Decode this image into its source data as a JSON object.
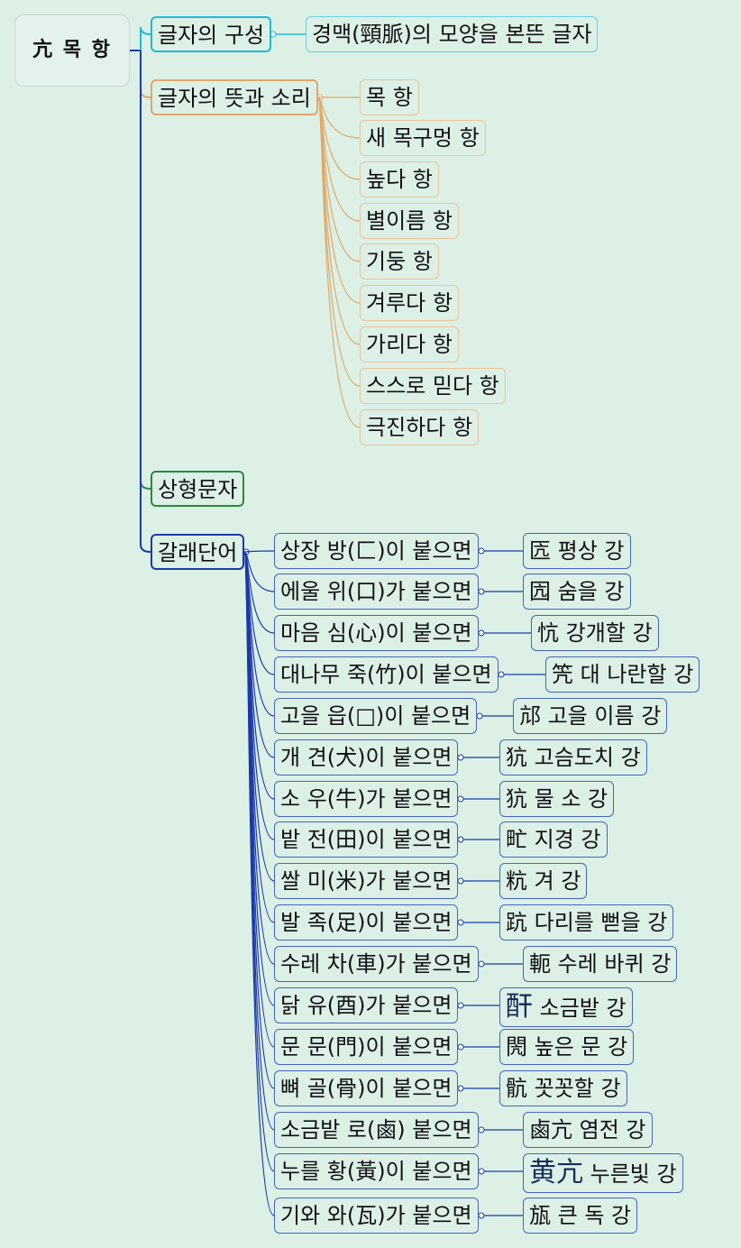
{
  "root": "亢 목 항",
  "branches": [
    {
      "label": "글자의 구성",
      "children": [
        "경맥(頸脈)의 모양을 본뜬 글자"
      ]
    },
    {
      "label": "글자의 뜻과 소리",
      "children": [
        "목 항",
        "새 목구멍 항",
        "높다 항",
        "별이름 항",
        "기둥 항",
        "겨루다 항",
        "가리다 항",
        "스스로 믿다 항",
        "극진하다 항"
      ]
    },
    {
      "label": "상형문자",
      "children": []
    },
    {
      "label": "갈래단어",
      "children": [
        {
          "label": "상장 방(匚)이 붙으면",
          "result_char": "匟",
          "result_text": "평상 강"
        },
        {
          "label": "에울 위(口)가 붙으면",
          "result_char": "囥",
          "result_text": "숨을 강"
        },
        {
          "label": "마음 심(心)이 붙으면",
          "result_char": "忼",
          "result_text": "강개할 강"
        },
        {
          "label": "대나무 죽(竹)이 붙으면",
          "result_char": "笐",
          "result_text": "대 나란할 강"
        },
        {
          "label": "고을 읍(□)이 붙으면",
          "result_char": "邟",
          "result_text": "고을 이름 강"
        },
        {
          "label": "개 견(犬)이 붙으면",
          "result_char": "犺",
          "result_text": "고슴도치 강"
        },
        {
          "label": "소 우(牛)가 붙으면",
          "result_char": "犺",
          "result_text": "물 소 강"
        },
        {
          "label": "밭 전(田)이 붙으면",
          "result_char": "甿",
          "result_text": "지경 강"
        },
        {
          "label": "쌀 미(米)가 붙으면",
          "result_char": "粇",
          "result_text": "겨 강"
        },
        {
          "label": "발 족(足)이 붙으면",
          "result_char": "䟘",
          "result_text": "다리를 뻗을 강"
        },
        {
          "label": "수레 차(車)가 붙으면",
          "result_char": "軛",
          "result_text": "수레 바퀴 강"
        },
        {
          "label": "닭 유(酉)가 붙으면",
          "result_char": "酐",
          "result_text": "소금밭 강"
        },
        {
          "label": "문 문(門)이 붙으면",
          "result_char": "閌",
          "result_text": "높은 문 강"
        },
        {
          "label": "뼈 골(骨)이 붙으면",
          "result_char": "骯",
          "result_text": "꼿꼿할 강"
        },
        {
          "label": "소금밭 로(鹵) 붙으면",
          "result_char": "鹵亢",
          "result_text": "염전 강"
        },
        {
          "label": "누를 황(黃)이 붙으면",
          "result_char": "黄亢",
          "result_text": "누른빛 강"
        },
        {
          "label": "기와 와(瓦)가 붙으면",
          "result_char": "瓬",
          "result_text": "큰 독 강"
        }
      ]
    }
  ],
  "colors": {
    "background": "#dcf0e6",
    "trunk": "#1c3aa8",
    "structure": "#20b8d4",
    "meaning": "#e0a868",
    "pictograph": "#2a8a3c",
    "derived": "#1c3aa8"
  }
}
